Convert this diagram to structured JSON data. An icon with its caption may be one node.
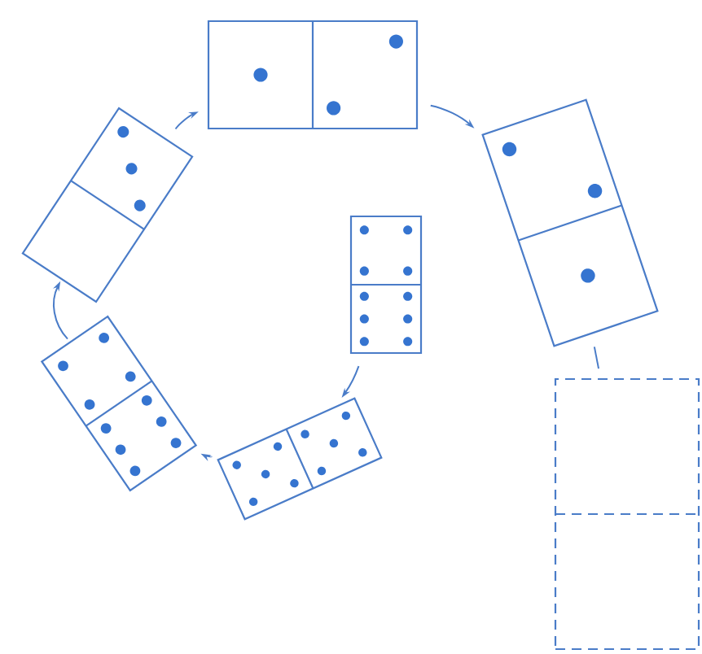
{
  "diagram": {
    "nodes": [
      {
        "text": [],
        "shape": "domino"
      },
      {
        "text": [],
        "shape": "domino"
      },
      {
        "text": [],
        "shape": "domino"
      },
      {
        "text": [],
        "shape": "domino"
      },
      {
        "text": [],
        "shape": "domino"
      },
      {
        "text": [],
        "shape": "domino"
      },
      {
        "text": [],
        "shape": "domino"
      }
    ],
    "edges": [
      {
        "from": 3,
        "to": 5,
        "arrow": "to"
      },
      {
        "from": 5,
        "to": 4,
        "arrow": "to"
      },
      {
        "from": 4,
        "to": 1,
        "arrow": "to"
      },
      {
        "from": 1,
        "to": 0,
        "arrow": "to"
      },
      {
        "from": 0,
        "to": 2,
        "arrow": "to"
      },
      {
        "from": 2,
        "to": 6,
        "arrow": "none"
      }
    ]
  }
}
